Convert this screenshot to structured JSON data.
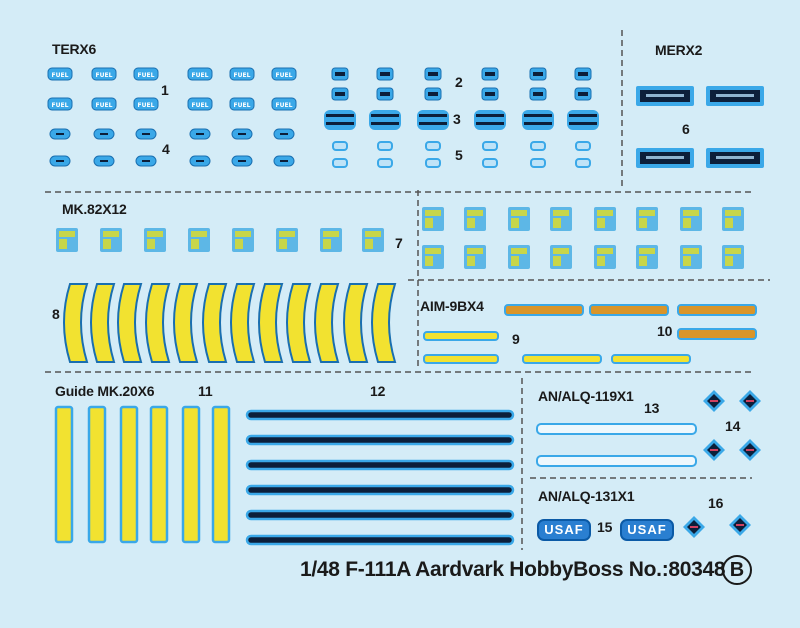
{
  "sections": {
    "terx": "TERX6",
    "merx": "MERX2",
    "mk82": "MK.82X12",
    "aim9b": "AIM-9BX4",
    "guide": "Guide MK.20X6",
    "alq119": "AN/ALQ-119X1",
    "alq131": "AN/ALQ-131X1"
  },
  "item_numbers": [
    "1",
    "2",
    "3",
    "4",
    "5",
    "6",
    "7",
    "8",
    "9",
    "10",
    "11",
    "12",
    "13",
    "14",
    "15",
    "16"
  ],
  "stencils": {
    "fuel": "FUEL",
    "usaf": "USAF"
  },
  "footer": {
    "title": "1/48 F-111A Aardvark HobbyBoss No.:80348",
    "sheet": "B"
  },
  "colors": {
    "background": "#d4ecf7",
    "decal_blue": "#3aa8e8",
    "decal_yellow": "#f2e230",
    "decal_orange": "#d9952a",
    "dark_navy": "#0c1f3a",
    "divider": "#555555"
  }
}
